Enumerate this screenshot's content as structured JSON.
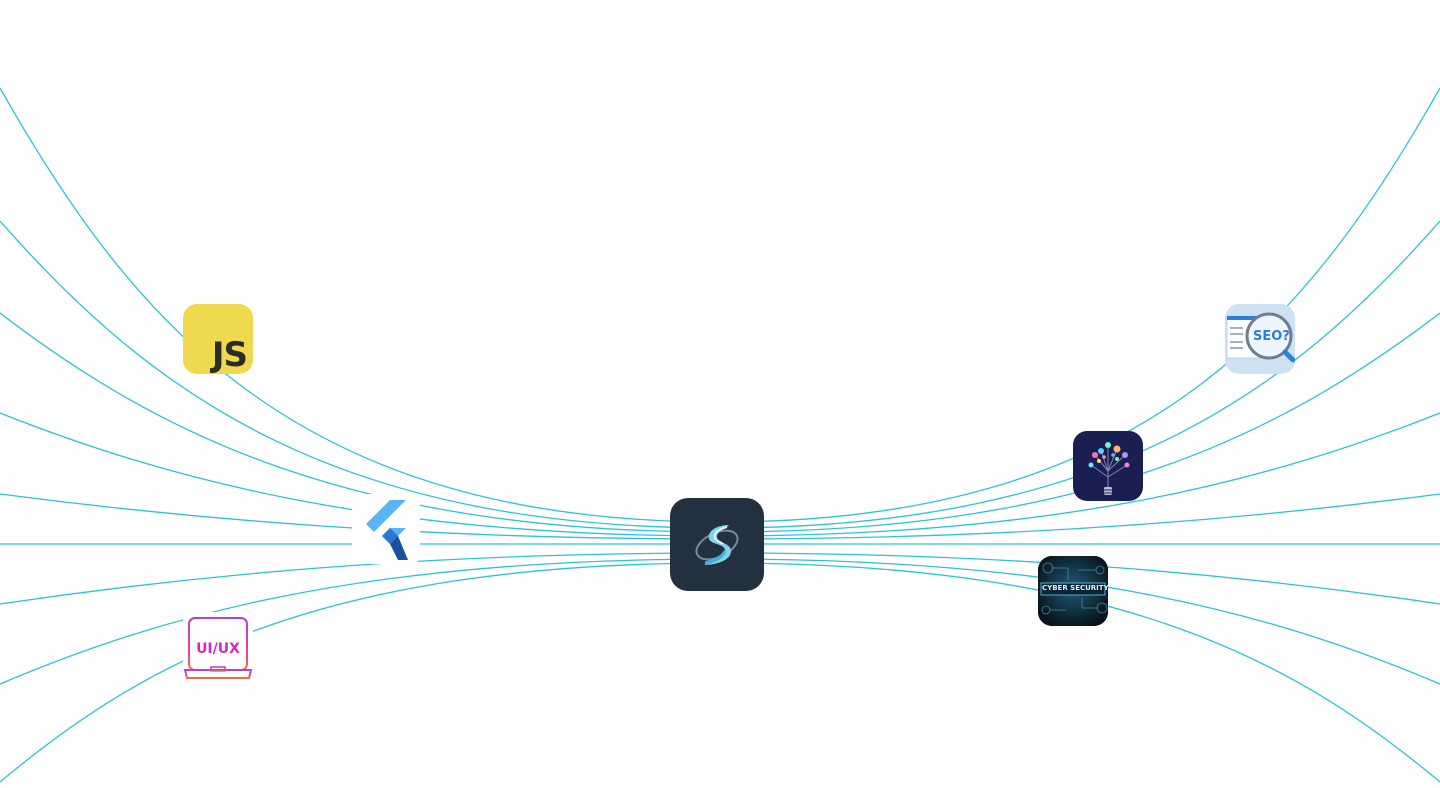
{
  "colors": {
    "background": "#ffffff",
    "line": "#2bc3d9",
    "hub_bg": "#223040",
    "js_bg": "#efd94f",
    "seo_bg": "#cfe2f3",
    "tree_bg": "#1a1f52",
    "cyber_bg": "#0c1b24"
  },
  "hub": {
    "icon": "brand-logo-icon"
  },
  "nodes": {
    "javascript": {
      "label": "JS",
      "icon": "javascript-icon"
    },
    "flutter": {
      "icon": "flutter-icon"
    },
    "uiux": {
      "label": "UI/UX",
      "icon": "uiux-laptop-icon"
    },
    "seo": {
      "label": "SEO?",
      "icon": "seo-magnifier-icon"
    },
    "data_tree": {
      "icon": "data-tree-bulb-icon"
    },
    "cyber_security": {
      "label": "CYBER SECURITY",
      "icon": "cyber-security-icon"
    }
  }
}
